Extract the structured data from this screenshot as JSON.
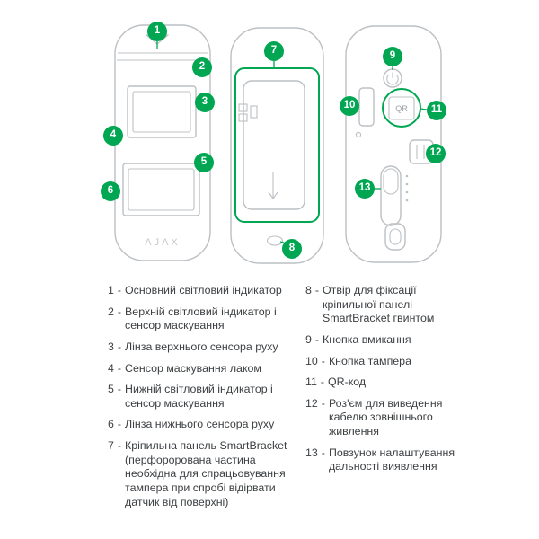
{
  "colors": {
    "accent": "#00a651",
    "outline": "#bcc0c4",
    "muted": "#9aa0a6",
    "brand": "#c5c9cd",
    "text": "#3d4043"
  },
  "diagram": {
    "brand_label": "AJAX",
    "qr_label": "QR",
    "callouts": [
      {
        "num": "1"
      },
      {
        "num": "2"
      },
      {
        "num": "3"
      },
      {
        "num": "4"
      },
      {
        "num": "5"
      },
      {
        "num": "6"
      },
      {
        "num": "7"
      },
      {
        "num": "8"
      },
      {
        "num": "9"
      },
      {
        "num": "10"
      },
      {
        "num": "11"
      },
      {
        "num": "12"
      },
      {
        "num": "13"
      }
    ]
  },
  "legend": {
    "sep": "-",
    "left": [
      {
        "num": "1",
        "text": "Основний світловий індикатор"
      },
      {
        "num": "2",
        "text": "Верхній світловий індикатор і сенсор маскування"
      },
      {
        "num": "3",
        "text": "Лінза верхнього сенсора руху"
      },
      {
        "num": "4",
        "text": "Сенсор маскування лаком"
      },
      {
        "num": "5",
        "text": "Нижній світловий індикатор і сенсор маскування"
      },
      {
        "num": "6",
        "text": "Лінза нижнього сенсора руху"
      },
      {
        "num": "7",
        "text": "Кріпильна панель SmartBracket (перфорорована частина необхідна для спрацьовування тампера при спробі відірвати датчик від поверхні)"
      }
    ],
    "right": [
      {
        "num": "8",
        "text": "Отвір для фіксації кріпильної панелі SmartBracket гвинтом"
      },
      {
        "num": "9",
        "text": "Кнопка вмикання"
      },
      {
        "num": "10",
        "text": "Кнопка тампера"
      },
      {
        "num": "11",
        "text": "QR-код"
      },
      {
        "num": "12",
        "text": "Роз'єм для виведення кабелю зовнішнього живлення"
      },
      {
        "num": "13",
        "text": "Повзунок налаштування дальності виявлення"
      }
    ]
  }
}
